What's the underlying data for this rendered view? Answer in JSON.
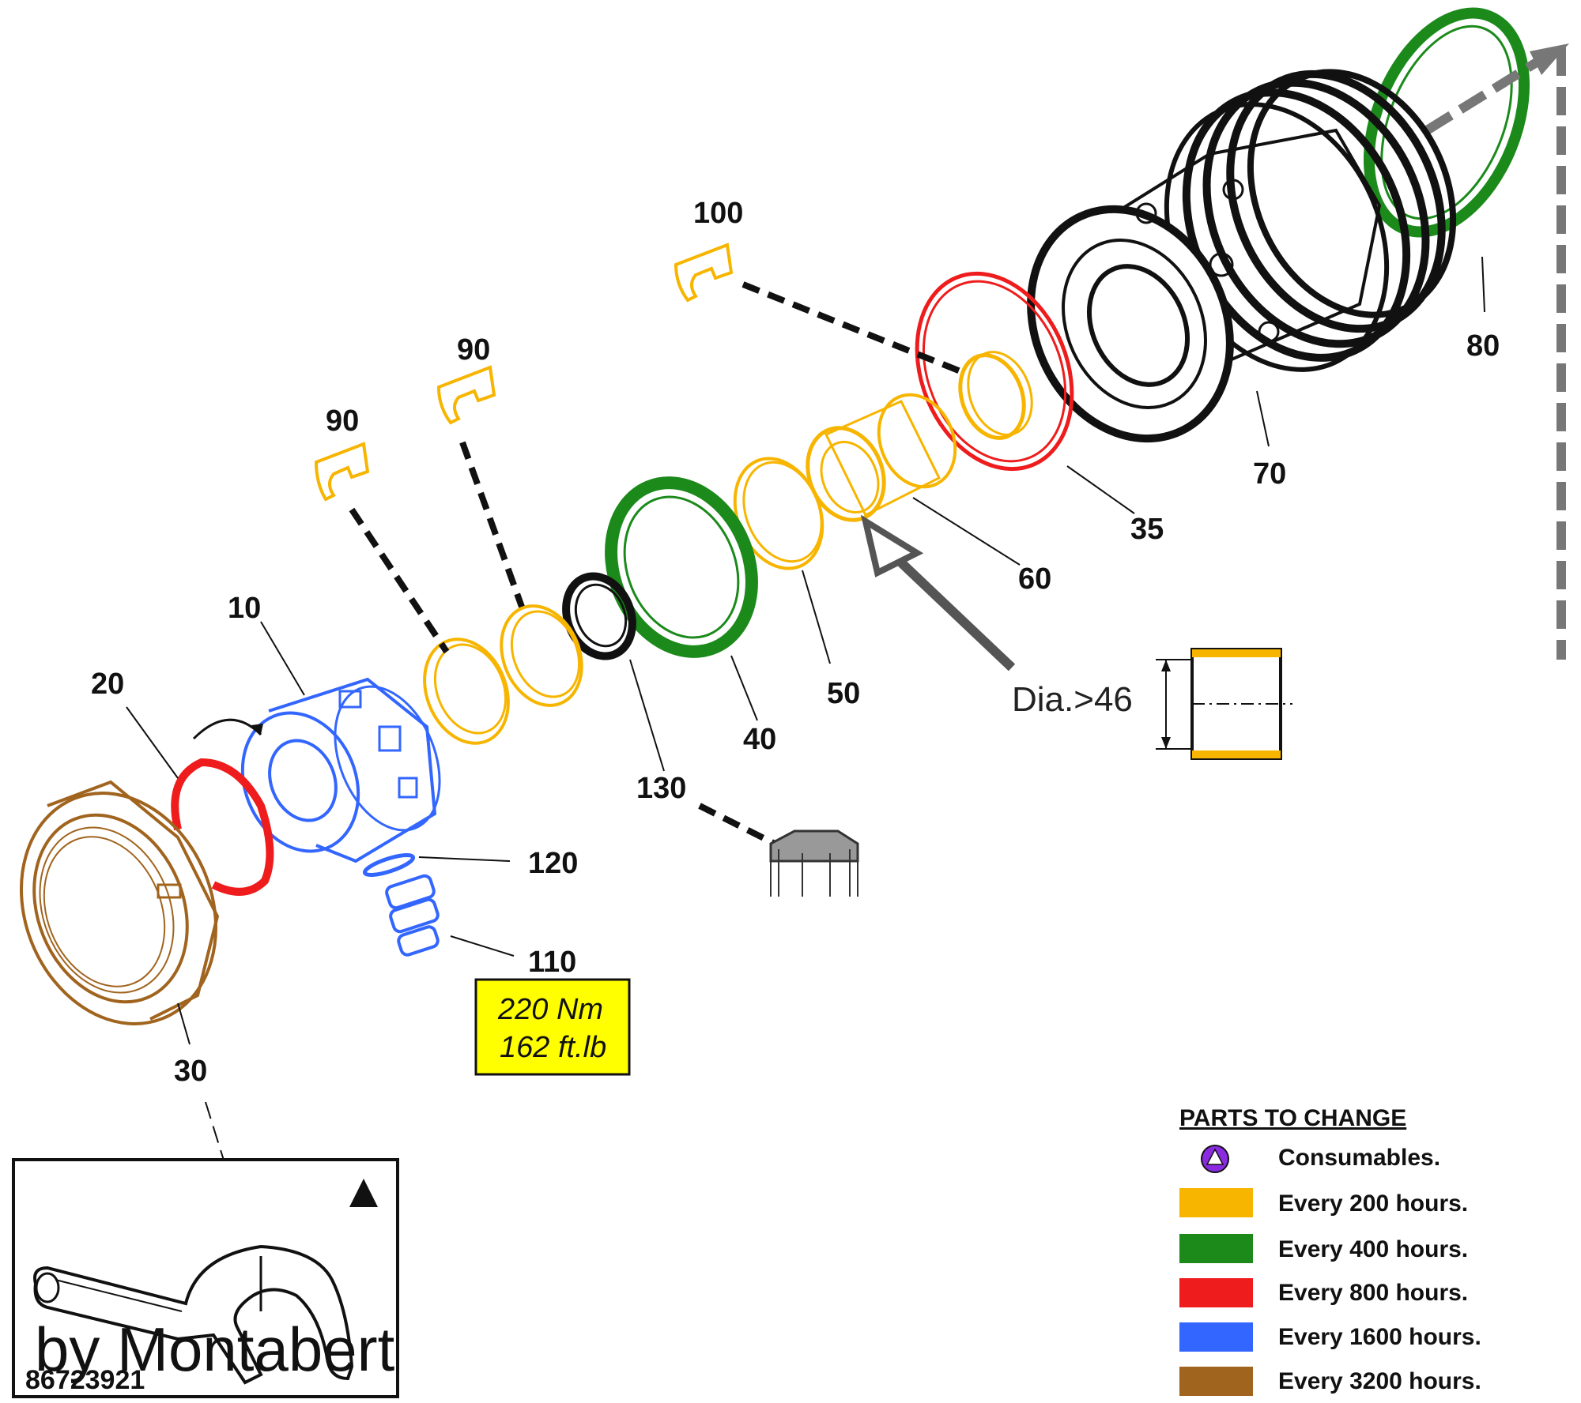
{
  "callouts": {
    "c10": "10",
    "c20": "20",
    "c30": "30",
    "c35": "35",
    "c40": "40",
    "c50": "50",
    "c60": "60",
    "c70": "70",
    "c80": "80",
    "c90a": "90",
    "c90b": "90",
    "c100": "100",
    "c110": "110",
    "c120": "120",
    "c130": "130"
  },
  "torque": {
    "line1": "220 Nm",
    "line2": "162 ft.lb"
  },
  "dimension_label": "Dia.>46",
  "inset": {
    "ref_number": "86723921",
    "brand": "by Montabert"
  },
  "legend": {
    "title": "PARTS TO CHANGE",
    "items": [
      {
        "label": "Consumables.",
        "color": "#8a2be2",
        "icon": "triangle-in-circle-icon"
      },
      {
        "label": "Every 200 hours.",
        "color": "#f7b500"
      },
      {
        "label": "Every 400 hours.",
        "color": "#1b8a1b"
      },
      {
        "label": "Every 800 hours.",
        "color": "#ee1c1c"
      },
      {
        "label": "Every 1600 hours.",
        "color": "#3366ff"
      },
      {
        "label": "Every 3200 hours.",
        "color": "#a0641e"
      }
    ]
  },
  "colors": {
    "orange": "#f7b500",
    "green": "#1b8a1b",
    "red": "#ee1c1c",
    "blue": "#3366ff",
    "brown": "#a0641e",
    "torque_box": "#ffff00"
  }
}
